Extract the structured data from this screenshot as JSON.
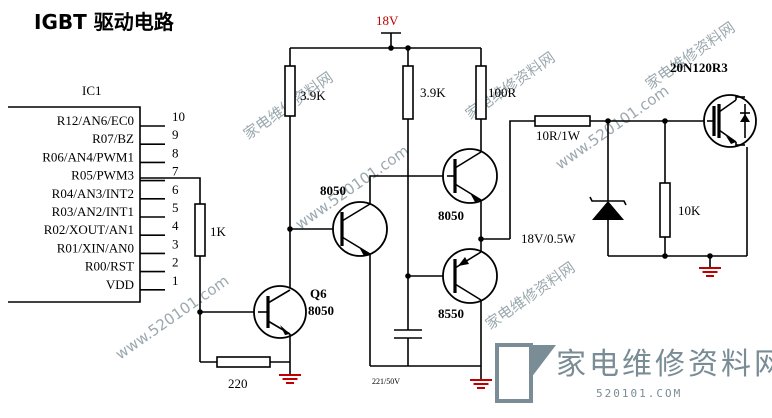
{
  "title": "IGBT 驱动电路",
  "supply": "18V",
  "ic": {
    "name": "IC1",
    "pins": [
      {
        "label": "R12/AN6/EC0",
        "num": "10"
      },
      {
        "label": "R07/BZ",
        "num": "9"
      },
      {
        "label": "R06/AN4/PWM1",
        "num": "8"
      },
      {
        "label": "R05/PWM3",
        "num": "7"
      },
      {
        "label": "R04/AN3/INT2",
        "num": "6"
      },
      {
        "label": "R03/AN2/INT1",
        "num": "5"
      },
      {
        "label": "R02/XOUT/AN1",
        "num": "4"
      },
      {
        "label": "R01/XIN/AN0",
        "num": "3"
      },
      {
        "label": "R00/RST",
        "num": "2"
      },
      {
        "label": "VDD",
        "num": "1"
      }
    ]
  },
  "components": {
    "r_base": "1K",
    "r_emitter": "220",
    "q6_name": "Q6",
    "q6_type": "8050",
    "r1": "3.9K",
    "r2": "3.9K",
    "r3": "100R",
    "q_mid": "8050",
    "q_top": "8050",
    "q_bot": "8550",
    "capacitor": "221/50V",
    "r_gate": "10R/1W",
    "zener": "18V/0.5W",
    "r_ge": "10K",
    "igbt": "20N120R3"
  },
  "watermark": {
    "brand": "家电维修资料网",
    "url": "520101.COM",
    "diag": [
      "家电维修资料网",
      "www.520101.com"
    ]
  },
  "colors": {
    "line": "#000000",
    "supply_label": "#c00000",
    "ground": "#c00000",
    "watermark": "#7a8c95",
    "zener": "#000000"
  }
}
